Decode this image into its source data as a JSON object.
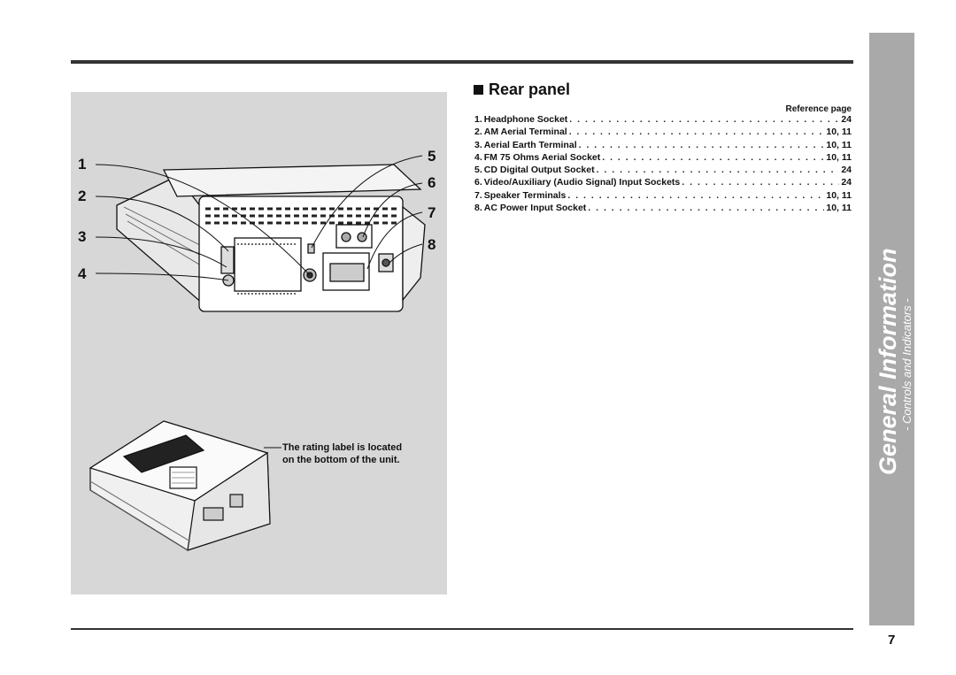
{
  "section": {
    "title": "Rear panel"
  },
  "reference_header": "Reference page",
  "items": [
    {
      "num": "1.",
      "label": "Headphone Socket",
      "page": "24"
    },
    {
      "num": "2.",
      "label": "AM Aerial Terminal",
      "page": "10, 11"
    },
    {
      "num": "3.",
      "label": "Aerial Earth Terminal",
      "page": "10, 11"
    },
    {
      "num": "4.",
      "label": "FM 75 Ohms Aerial Socket",
      "page": "10, 11"
    },
    {
      "num": "5.",
      "label": "CD Digital Output Socket",
      "page": "24"
    },
    {
      "num": "6.",
      "label": "Video/Auxiliary (Audio Signal) Input Sockets",
      "page": "24"
    },
    {
      "num": "7.",
      "label": "Speaker Terminals",
      "page": "10, 11"
    },
    {
      "num": "8.",
      "label": "AC Power Input Socket",
      "page": "10, 11"
    }
  ],
  "callouts": [
    "1",
    "2",
    "3",
    "4",
    "5",
    "6",
    "7",
    "8"
  ],
  "rating_note": {
    "line1": "The rating label is located",
    "line2": "on the bottom of the unit."
  },
  "side_tab": {
    "title": "General Information",
    "subtitle": "- Controls and Indicators -"
  },
  "page_number": "7",
  "colors": {
    "figure_bg": "#d7d7d7",
    "side_tab": "#a9a9a9",
    "rule": "#333333"
  }
}
